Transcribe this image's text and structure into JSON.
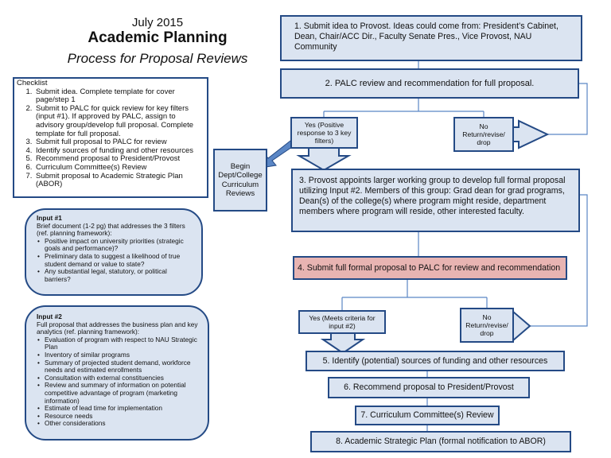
{
  "header": {
    "date": "July 2015",
    "title": "Academic Planning",
    "subtitle": "Process for Proposal Reviews"
  },
  "checklist": {
    "title": "Checklist",
    "items": [
      "Submit idea. Complete template for cover page/step 1",
      "Submit to PALC for quick review for key filters (input #1). If approved by PALC, assign to advisory group/develop full proposal. Complete template for full proposal.",
      "Submit full proposal to PALC for review",
      "Identify sources of funding and other resources",
      "Recommend proposal to President/Provost",
      "Curriculum Committee(s) Review",
      "Submit proposal to Academic Strategic Plan (ABOR)"
    ]
  },
  "input1": {
    "title": "Input #1",
    "intro": "Brief document (1-2 pg) that addresses the 3 filters (ref. planning framework):",
    "bullets": [
      "Positive impact on university priorities (strategic goals and performance)?",
      "Preliminary data to suggest a likelihood of true student demand or value to state?",
      "Any substantial legal, statutory, or political barriers?"
    ]
  },
  "input2": {
    "title": "Input #2",
    "intro": "Full proposal that addresses the business plan and key analytics (ref. planning framework):",
    "bullets": [
      "Evaluation of program with respect to NAU Strategic Plan",
      "Inventory of similar programs",
      "Summary of projected student demand, workforce needs and estimated enrollments",
      "Consultation with external constituencies",
      "Review and summary of information on potential competitive advantage of program (marketing information)",
      "Estimate of lead time for implementation",
      "Resource needs",
      "Other considerations"
    ]
  },
  "begin_box": "Begin Dept/College Curriculum Reviews",
  "steps": {
    "s1": "1. Submit idea to Provost. Ideas could come from: President’s Cabinet, Dean, Chair/ACC Dir., Faculty Senate Pres., Vice Provost, NAU Community",
    "s2": "2. PALC review and recommendation for full proposal.",
    "s3": "3. Provost appoints larger working group to develop full formal proposal utilizing Input #2. Members of this group: Grad dean for grad programs, Dean(s) of the college(s) where program might reside, department members where program will reside, other interested faculty.",
    "s4": "4. Submit full formal proposal to PALC for review and recommendation",
    "s5": "5. Identify (potential) sources of funding and other resources",
    "s6": "6. Recommend proposal to President/Provost",
    "s7": "7. Curriculum Committee(s) Review",
    "s8": "8. Academic Strategic Plan (formal notification to ABOR)"
  },
  "decisions": {
    "yes1": "Yes (Positive response to 3 key filters)",
    "no1": "No Return/revise/ drop",
    "yes2": "Yes (Meets criteria for input #2)",
    "no2": "No Return/revise/ drop"
  },
  "colors": {
    "box_fill": "#dbe4f1",
    "box_border": "#244a85",
    "highlight_fill": "#e8b4b2",
    "arrow_line": "#5a86c5"
  }
}
